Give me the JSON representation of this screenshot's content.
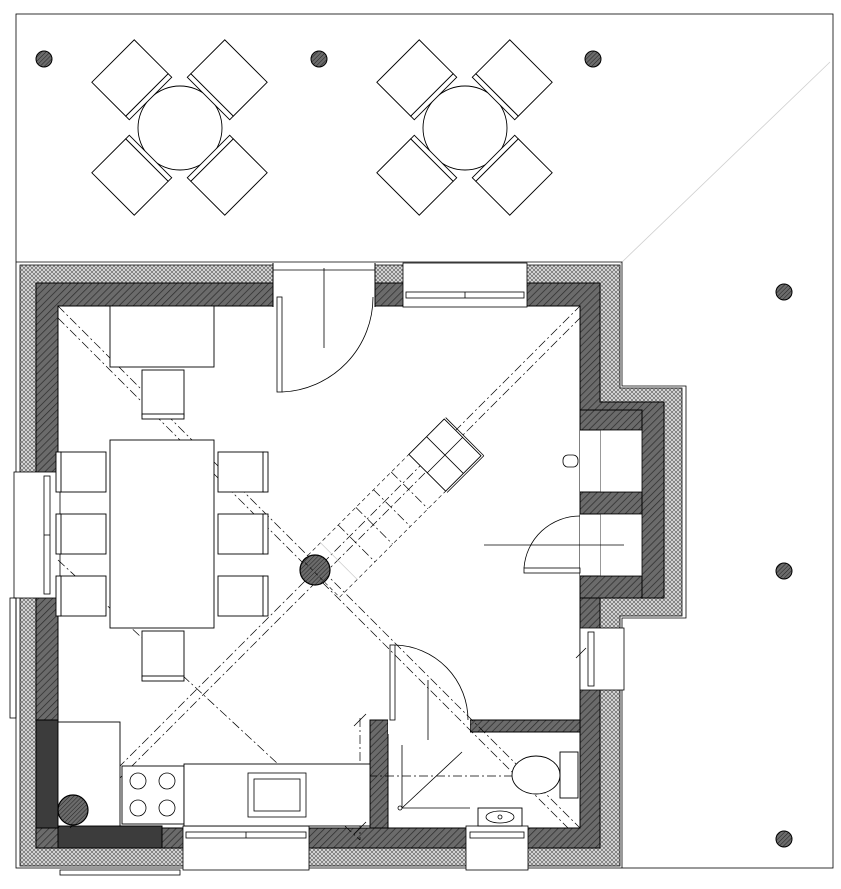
{
  "colors": {
    "wall_fill": "#6b6b6b",
    "insulation_fill": "#d9d9d9",
    "line": "#000000",
    "background": "#ffffff"
  },
  "elements": {
    "terrace_posts": 7,
    "terrace_tables": 2,
    "dining_chairs": 8,
    "stove_burners": 4
  }
}
